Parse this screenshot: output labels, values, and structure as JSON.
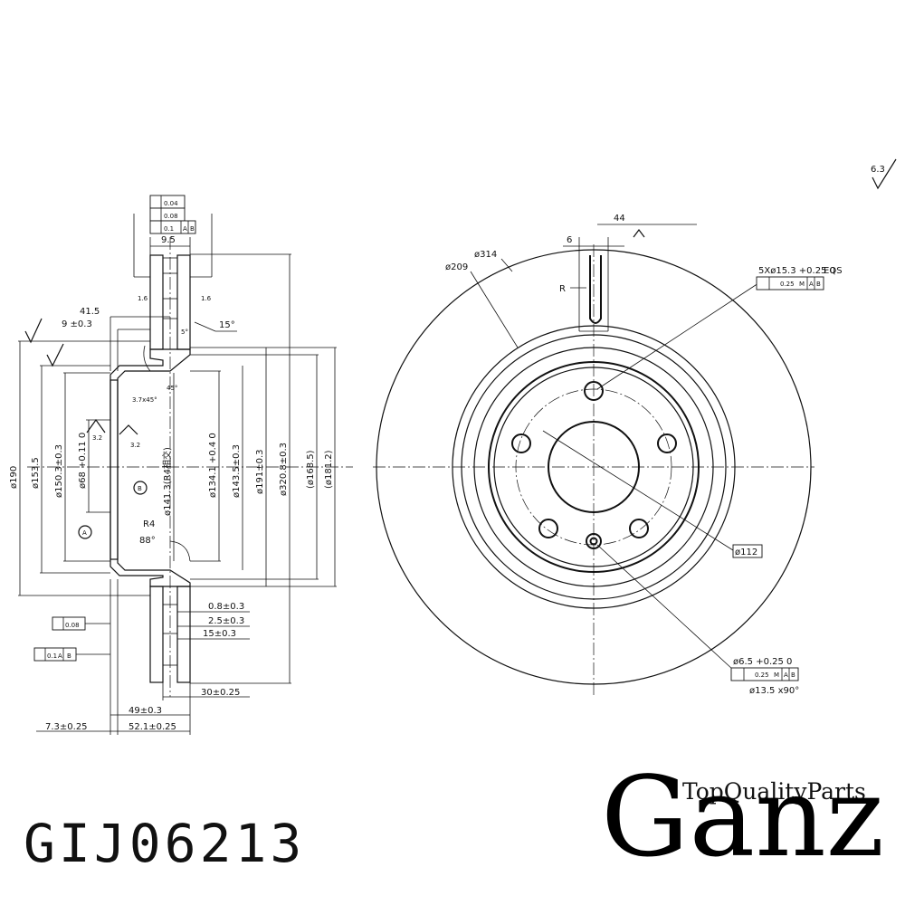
{
  "side_view": {
    "gdt_top": [
      "0.04",
      "0.08",
      "0.1",
      "A",
      "B"
    ],
    "dims_top": [
      "9.5",
      "41.5",
      "9 ±0.3",
      "15°",
      "5°",
      "1.6",
      "1.6",
      "45°",
      "3.7x45°",
      "3.2",
      "3.2",
      "R4",
      "88°",
      "A",
      "B"
    ],
    "vertical_dims": [
      "ø190",
      "ø153.5",
      "ø150.3±0.3",
      "ø68 +0.11 0",
      "ø141.3(R4相交)",
      "ø134.1 +0.4 0",
      "ø143.5±0.3",
      "ø191±0.3",
      "ø320.8±0.3",
      "(ø168.5)",
      "(ø181.2)"
    ],
    "bottom_dims": [
      "0.8±0.3",
      "2.5±0.3",
      "15±0.3",
      "30±0.25",
      "49±0.3",
      "7.3±0.25",
      "52.1±0.25"
    ],
    "gdt_bottom": [
      "0.08",
      "0.1",
      "A",
      "B"
    ]
  },
  "front_view": {
    "labels": [
      "44",
      "6",
      "ø314",
      "ø209",
      "R",
      "5Xø15.3 +0.25 0",
      "EQS",
      "0.25",
      "M",
      "A",
      "B",
      "ø112",
      "ø6.5 +0.25 0",
      "0.25",
      "M",
      "A",
      "B",
      "ø13.5 x90°"
    ]
  },
  "surface_finish": "6.3",
  "part_number": "GIJ06213",
  "brand": {
    "tagline": "TopQualityParts",
    "logo_text": "Ganz"
  }
}
